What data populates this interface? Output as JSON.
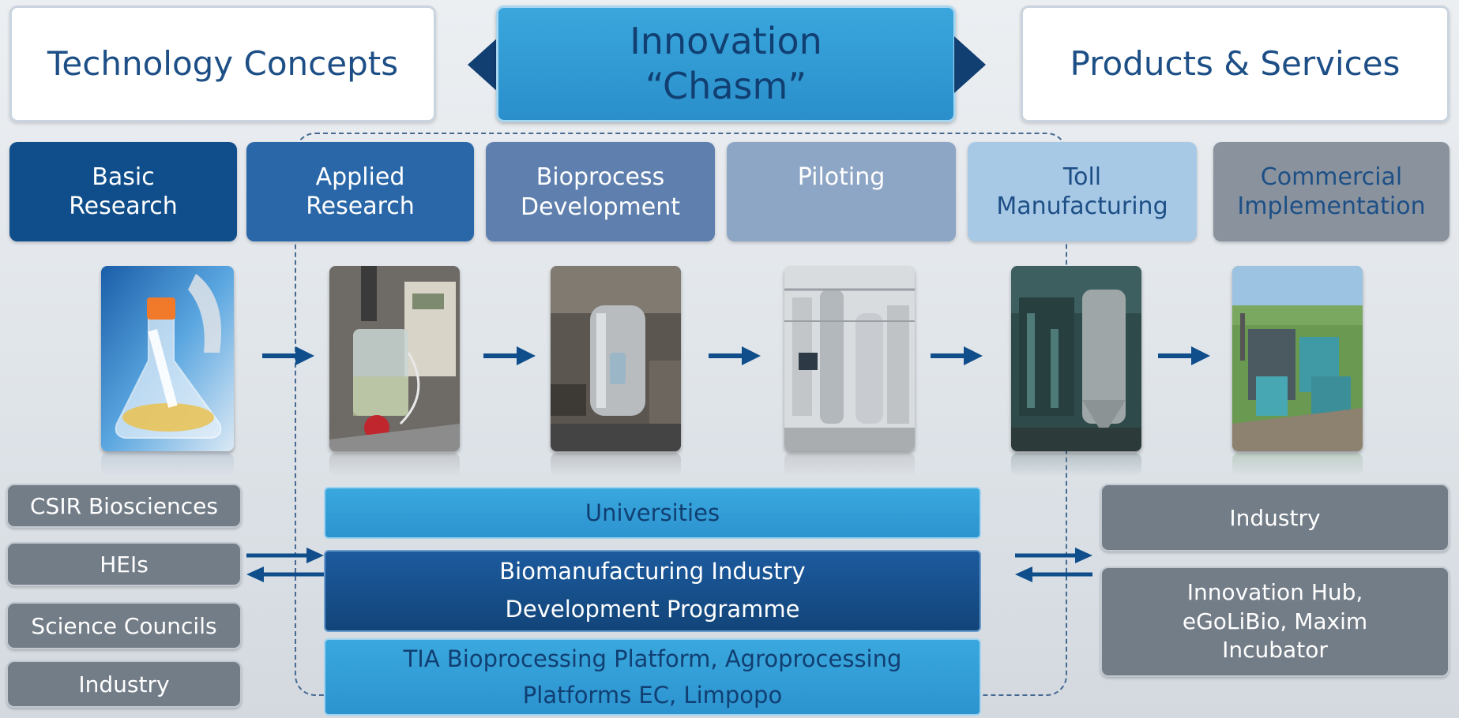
{
  "header": {
    "left_label": "Technology Concepts",
    "center_line1": "Innovation",
    "center_line2": "“Chasm”",
    "right_label": "Products & Services"
  },
  "stages": [
    {
      "line1": "Basic",
      "line2": "Research",
      "color": "#0f4e8b"
    },
    {
      "line1": "Applied",
      "line2": "Research",
      "color": "#2a67a8"
    },
    {
      "line1": "Bioprocess",
      "line2": "Development",
      "color": "#5f80ae"
    },
    {
      "line1": "Piloting",
      "line2": "",
      "color": "#8ea6c6"
    },
    {
      "line1": "Toll",
      "line2": "Manufacturing",
      "color": "#a8c9e6"
    },
    {
      "line1": "Commercial",
      "line2": "Implementation",
      "color": "#8a939d"
    }
  ],
  "photos": [
    {
      "name": "flask-photo",
      "icon": "flask-icon"
    },
    {
      "name": "lab-bioreactor-photo",
      "icon": "bioreactor-icon"
    },
    {
      "name": "steel-fermenter-photo",
      "icon": "fermenter-icon"
    },
    {
      "name": "pilot-plant-photo",
      "icon": "pilot-plant-icon"
    },
    {
      "name": "toll-plant-photo",
      "icon": "industrial-plant-icon"
    },
    {
      "name": "commercial-plant-photo",
      "icon": "factory-icon"
    }
  ],
  "left_actors": [
    "CSIR Biosciences",
    "HEIs",
    "Science Councils",
    "Industry"
  ],
  "center_programmes": {
    "universities": "Universities",
    "bidp_line1": "Biomanufacturing Industry",
    "bidp_line2": "Development Programme",
    "tia_line1": "TIA Bioprocessing Platform, Agroprocessing",
    "tia_line2": "Platforms EC, Limpopo"
  },
  "right_actors": {
    "industry": "Industry",
    "hub_line1": "Innovation Hub,",
    "hub_line2": "eGoLiBio, Maxim",
    "hub_line3": "Incubator"
  },
  "colors": {
    "arrow": "#0f4e8b",
    "accent_blue": "#2a8fcb",
    "dark_blue": "#124579",
    "grey": "#737d88"
  }
}
